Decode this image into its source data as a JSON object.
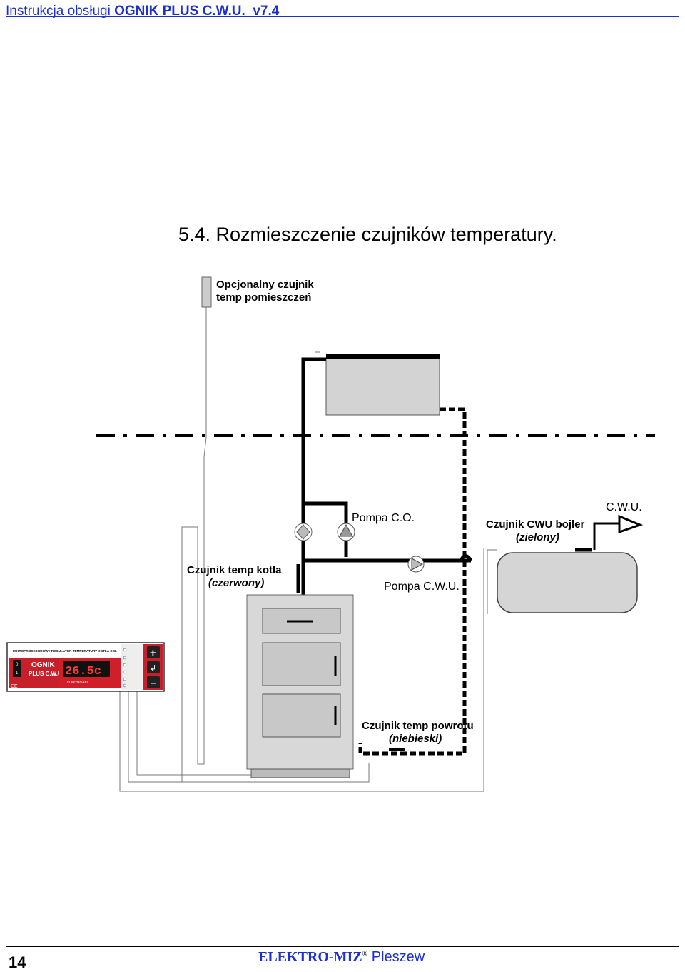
{
  "header": {
    "title_prefix": "Instrukcja obsługi ",
    "title_product": "OGNIK PLUS C.W.U.",
    "title_version": "v7.4"
  },
  "section": {
    "title": "5.4.  Rozmieszczenie czujników temperatury."
  },
  "diagram": {
    "labels": {
      "optional_sensor_line1": "Opcjonalny czujnik",
      "optional_sensor_line2": "temp pomieszczeń",
      "pump_co": "Pompa C.O.",
      "cwu_sensor_line1": "Czujnik CWU bojler",
      "cwu_sensor_line2": "(zielony)",
      "cwu": "C.W.U.",
      "boiler_sensor_line1": "Czujnik temp kotła",
      "boiler_sensor_line2": "(czerwony)",
      "pump_cwu": "Pompa C.W.U.",
      "return_sensor_line1": "Czujnik temp powrotu",
      "return_sensor_line2": "(niebieski)"
    },
    "controller": {
      "panel_title": "MIKROPROCESOROWY REGULATOR TEMPERATURY KOTŁA C.O.",
      "logo_line1": "OGNIK",
      "logo_line2": "PLUS C.W.U",
      "display_value": "26.5c",
      "brand": "ELEKTRO-MIZ",
      "switch_top": "0",
      "switch_bottom": "1",
      "ce_mark": "CE",
      "color_red": "#c8202a",
      "color_display": "#ff2a2a"
    }
  },
  "footer": {
    "page_number": "14",
    "brand_name": "ELEKTRO-MIZ",
    "brand_registered": "®",
    "brand_city": " Pleszew"
  }
}
